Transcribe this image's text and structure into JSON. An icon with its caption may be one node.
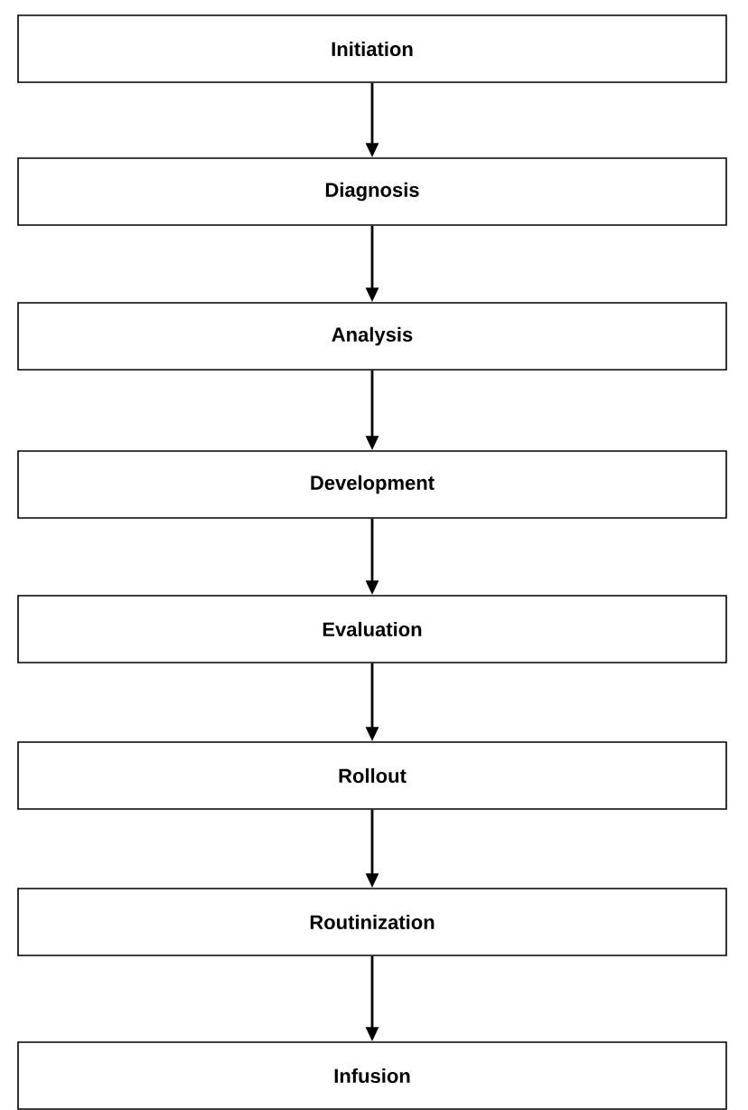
{
  "diagram": {
    "nodes": [
      {
        "text": [
          "Initiation"
        ]
      },
      {
        "text": [
          "Diagnosis"
        ]
      },
      {
        "text": [
          "Analysis"
        ]
      },
      {
        "text": [
          "Development"
        ]
      },
      {
        "text": [
          "Evaluation"
        ]
      },
      {
        "text": [
          "Rollout"
        ]
      },
      {
        "text": [
          "Routinization"
        ]
      },
      {
        "text": [
          "Infusion"
        ]
      }
    ],
    "edges": [
      {
        "from": 0,
        "to": 1,
        "arrow": "to"
      },
      {
        "from": 1,
        "to": 2,
        "arrow": "to"
      },
      {
        "from": 2,
        "to": 3,
        "arrow": "to"
      },
      {
        "from": 3,
        "to": 4,
        "arrow": "to"
      },
      {
        "from": 4,
        "to": 5,
        "arrow": "to"
      },
      {
        "from": 5,
        "to": 6,
        "arrow": "to"
      },
      {
        "from": 6,
        "to": 7,
        "arrow": "to"
      }
    ]
  }
}
